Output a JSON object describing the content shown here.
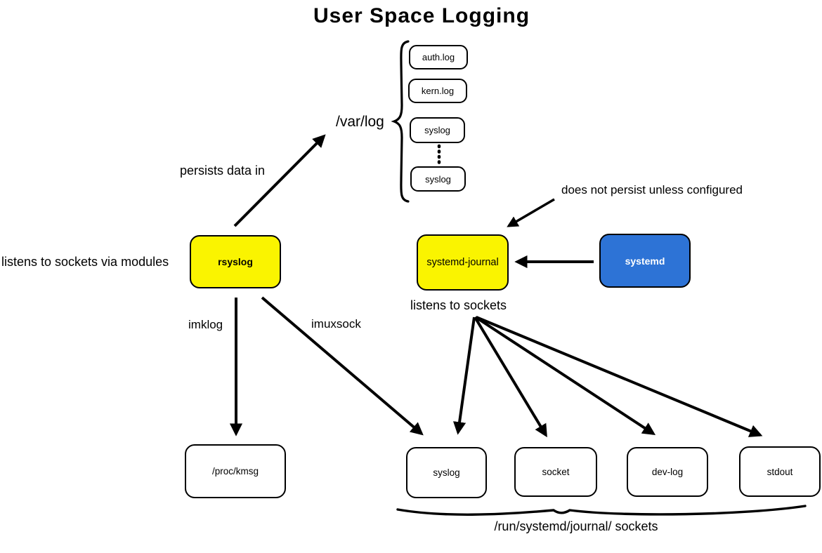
{
  "title": "User Space Logging",
  "colors": {
    "yellow": "#FAF400",
    "blue": "#2D73D6",
    "ink": "#000000",
    "background": "#FFFFFF"
  },
  "var_log": {
    "label": "/var/log",
    "files": [
      "auth.log",
      "kern.log",
      "syslog",
      "syslog"
    ],
    "ellipsis_between": "vertical-dots between third and fourth file box"
  },
  "nodes": {
    "rsyslog": "rsyslog",
    "systemd_journal": "systemd-journal",
    "systemd": "systemd",
    "proc_kmsg": "/proc/kmsg"
  },
  "sockets": [
    "syslog",
    "socket",
    "dev-log",
    "stdout"
  ],
  "labels": {
    "persists_data_in": "persists data in",
    "listens_via_modules": "listens to sockets via modules",
    "does_not_persist": "does not persist unless configured",
    "listens_to_sockets": "listens to sockets",
    "imklog": "imklog",
    "imuxsock": "imuxsock",
    "run_sockets_caption": "/run/systemd/journal/ sockets"
  }
}
